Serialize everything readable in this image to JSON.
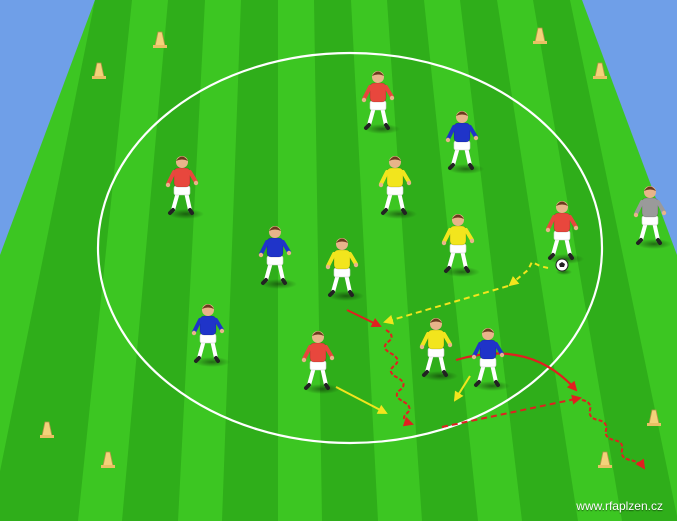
{
  "colors": {
    "sky": "#6f9fe8",
    "grass_light": "#3cc622",
    "grass_dark": "#2fae1a",
    "circle": "#ffffff",
    "cone": "#f3d27a",
    "team_red": "#e8473d",
    "team_blue": "#1f34c9",
    "team_yellow": "#f2e51d",
    "neutral_grey": "#9a9a9a",
    "arrow_red": "#e02020",
    "arrow_yellow": "#f2e51d"
  },
  "players": [
    {
      "team": "red",
      "icon": "player-red-icon"
    },
    {
      "team": "red",
      "icon": "player-red-icon"
    },
    {
      "team": "red",
      "icon": "player-red-icon"
    },
    {
      "team": "red",
      "icon": "player-red-icon"
    },
    {
      "team": "blue",
      "icon": "player-blue-icon"
    },
    {
      "team": "blue",
      "icon": "player-blue-icon"
    },
    {
      "team": "blue",
      "icon": "player-blue-icon"
    },
    {
      "team": "blue",
      "icon": "player-blue-icon"
    },
    {
      "team": "yellow",
      "icon": "player-yellow-icon"
    },
    {
      "team": "yellow",
      "icon": "player-yellow-icon"
    },
    {
      "team": "yellow",
      "icon": "player-yellow-icon"
    },
    {
      "team": "yellow",
      "icon": "player-yellow-icon"
    },
    {
      "team": "grey",
      "icon": "player-grey-icon"
    }
  ],
  "watermark": "www.rfaplzen.cz"
}
